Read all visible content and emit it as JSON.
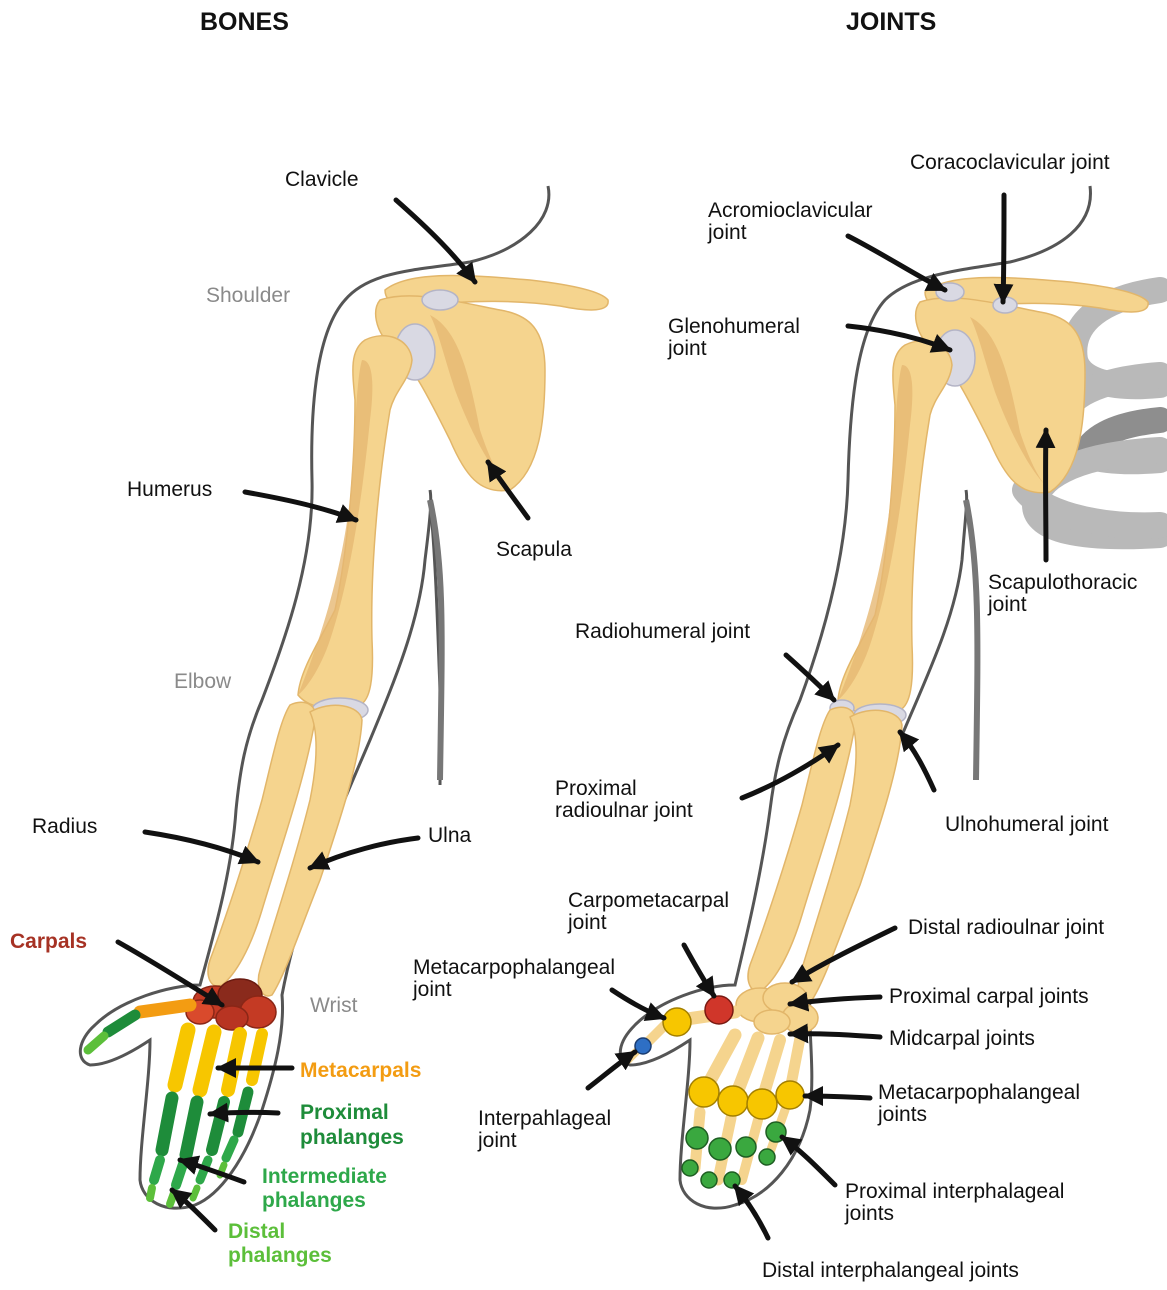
{
  "headings": {
    "bones": "BONES",
    "joints": "JOINTS"
  },
  "regions": {
    "shoulder": "Shoulder",
    "elbow": "Elbow",
    "wrist": "Wrist"
  },
  "bones": {
    "clavicle": "Clavicle",
    "humerus": "Humerus",
    "scapula": "Scapula",
    "radius": "Radius",
    "ulna": "Ulna",
    "carpals": "Carpals",
    "metacarpals": "Metacarpals",
    "proximal_phalanges": [
      "Proximal",
      "phalanges"
    ],
    "intermediate_phalanges": [
      "Intermediate",
      "phalanges"
    ],
    "distal_phalanges": [
      "Distal",
      "phalanges"
    ]
  },
  "joints": {
    "coracoclavicular": "Coracoclavicular joint",
    "acromioclavicular": [
      "Acromioclavicular",
      "joint"
    ],
    "glenohumeral": [
      "Glenohumeral",
      "joint"
    ],
    "scapulothoracic": [
      "Scapulothoracic",
      "joint"
    ],
    "radiohumeral": "Radiohumeral joint",
    "proximal_radioulnar": [
      "Proximal",
      "radioulnar joint"
    ],
    "ulnohumeral": "Ulnohumeral joint",
    "carpometacarpal": [
      "Carpometacarpal",
      "joint"
    ],
    "distal_radioulnar": "Distal radioulnar joint",
    "metacarpophalangeal_thumb": [
      "Metacarpophalangeal",
      "joint"
    ],
    "proximal_carpal": "Proximal carpal joints",
    "midcarpal": "Midcarpal joints",
    "interphalangeal_thumb": [
      "Interpahlageal",
      "joint"
    ],
    "metacarpophalangeal": [
      "Metacarpophalangeal",
      "joints"
    ],
    "proximal_interphalangeal": [
      "Proximal interphalageal",
      "joints"
    ],
    "distal_interphalangeal": "Distal interphalangeal joints"
  },
  "colors": {
    "bone": "#f5d48e",
    "cartilage": "#d9d9e3",
    "carpals": "#a63224",
    "metacarpals": "#f39c12",
    "proximal_phalanges": "#1e8c3a",
    "intermediate_phalanges": "#2ea84a",
    "distal_phalanges": "#5cbf3a",
    "region_label": "#8a8a8a",
    "joint_yellow": "#f7c600",
    "joint_green": "#3aa83f",
    "joint_red": "#d0362a",
    "joint_blue": "#2e6fc4"
  }
}
